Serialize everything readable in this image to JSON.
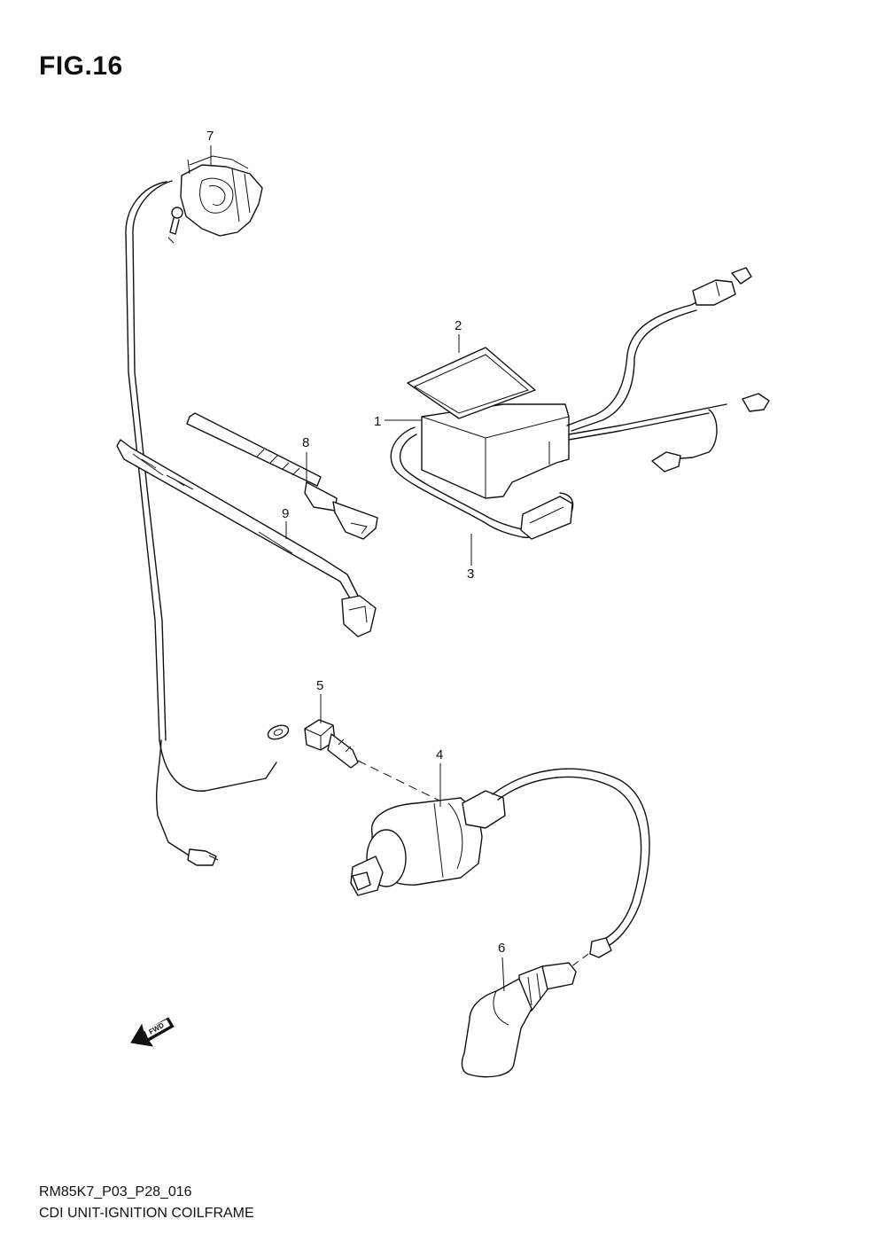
{
  "figure": {
    "title": "FIG.16"
  },
  "callouts": [
    {
      "id": "1",
      "label": "1"
    },
    {
      "id": "2",
      "label": "2"
    },
    {
      "id": "3",
      "label": "3"
    },
    {
      "id": "4",
      "label": "4"
    },
    {
      "id": "5",
      "label": "5"
    },
    {
      "id": "6",
      "label": "6"
    },
    {
      "id": "7",
      "label": "7"
    },
    {
      "id": "8",
      "label": "8"
    },
    {
      "id": "9",
      "label": "9"
    }
  ],
  "direction_arrow": {
    "label": "FWD"
  },
  "footer": {
    "code": "RM85K7_P03_P28_016",
    "title": "CDI UNIT-IGNITION COILFRAME"
  }
}
